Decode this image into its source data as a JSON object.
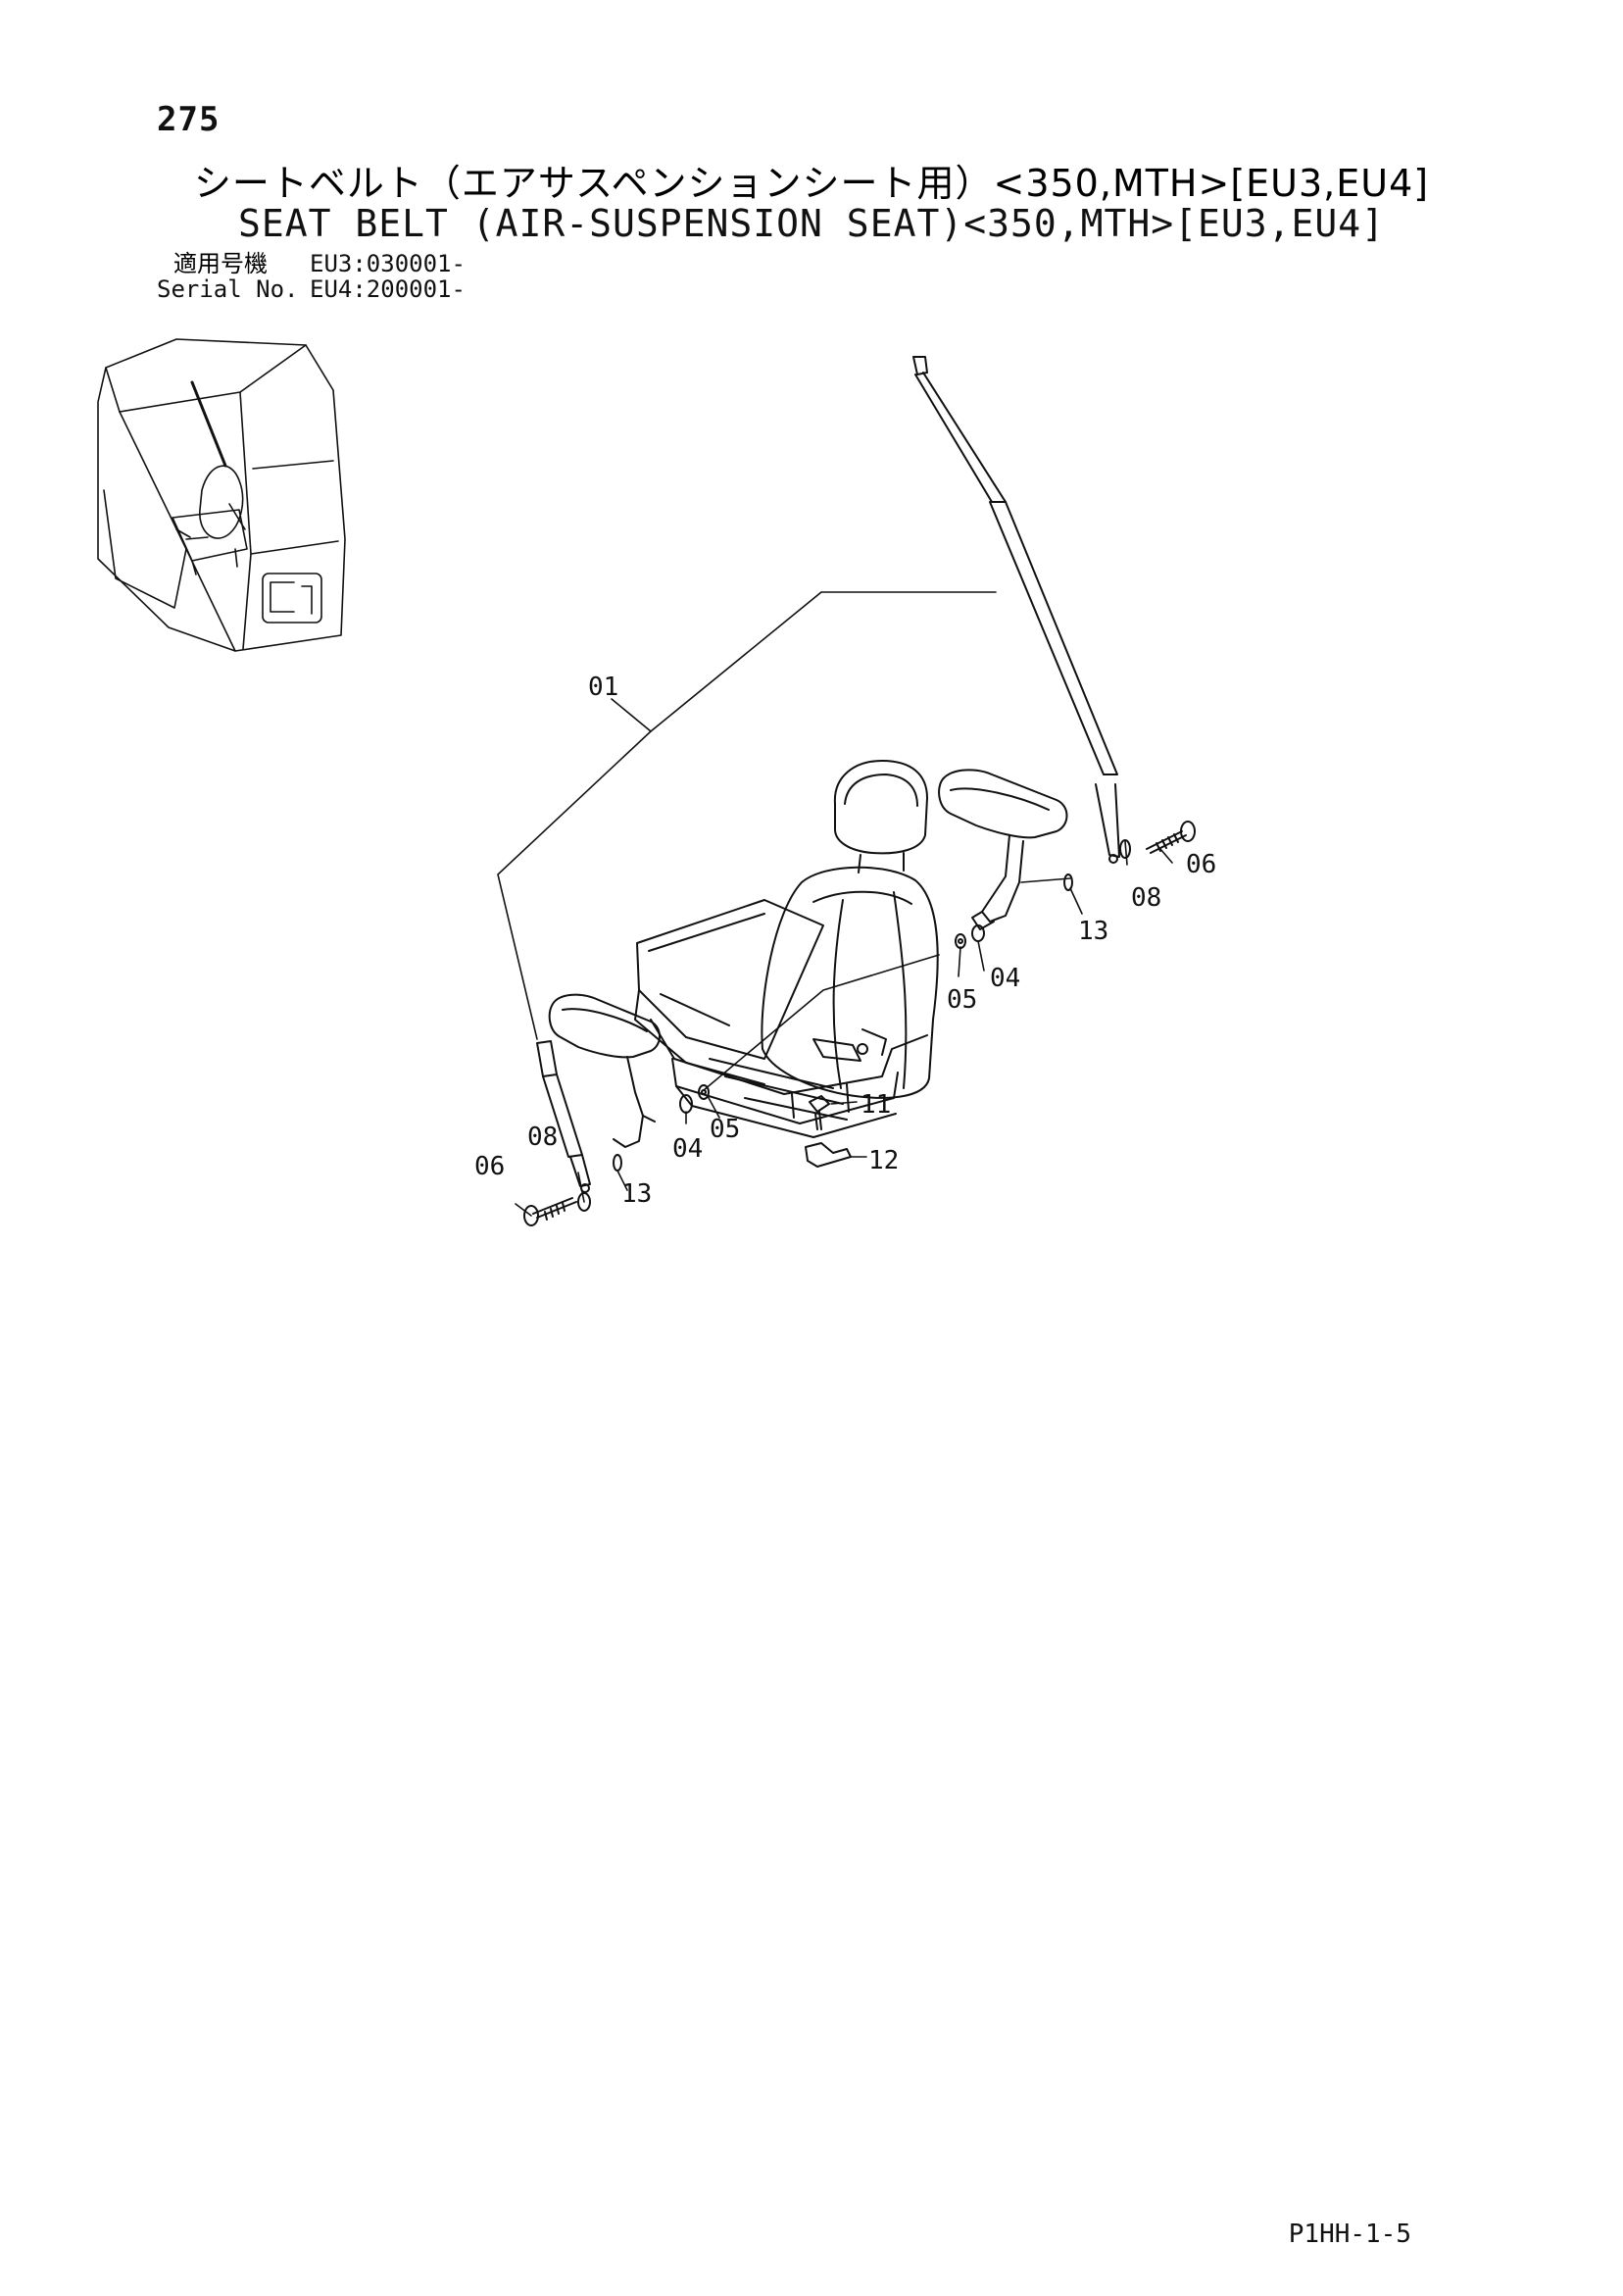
{
  "header": {
    "page_number": "275",
    "title_jp": "シートベルト（エアサスペンションシート用）<350,MTH>[EU3,EU4]",
    "title_en": "SEAT BELT (AIR-SUSPENSION SEAT)<350,MTH>[EU3,EU4]",
    "serial_label_jp": "適用号機",
    "serial_label_en": "Serial No.",
    "serial_1": "EU3:030001-",
    "serial_2": "EU4:200001-"
  },
  "callouts": {
    "c01": "01",
    "c04_right": "04",
    "c05_right": "05",
    "c06_right": "06",
    "c08_right": "08",
    "c13_right": "13",
    "c04_left": "04",
    "c05_left": "05",
    "c06_left": "06",
    "c08_left": "08",
    "c13_left": "13",
    "c11": "11",
    "c12": "12"
  },
  "footer": {
    "code": "P1HH-1-5"
  }
}
